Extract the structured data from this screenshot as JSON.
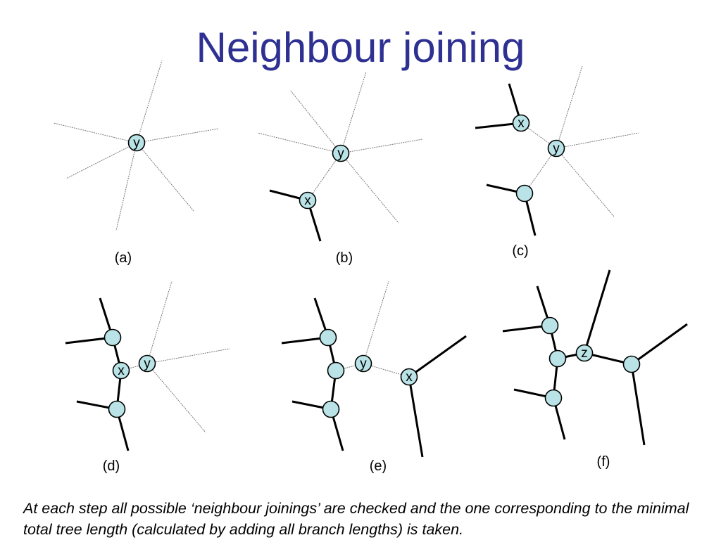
{
  "title": "Neighbour joining",
  "caption": "At each step all possible ‘neighbour joinings’ are checked and the one corresponding to the minimal total tree length (calculated by adding all branch lengths) is taken.",
  "panels": [
    {
      "label": "(a)",
      "nodes": [
        "y"
      ]
    },
    {
      "label": "(b)",
      "nodes": [
        "y",
        "x"
      ]
    },
    {
      "label": "(c)",
      "nodes": [
        "x",
        "y",
        ""
      ]
    },
    {
      "label": "(d)",
      "nodes": [
        "",
        "x",
        "y",
        ""
      ]
    },
    {
      "label": "(e)",
      "nodes": [
        "",
        "",
        "y",
        "x",
        ""
      ]
    },
    {
      "label": "(f)",
      "nodes": [
        "",
        "",
        "z",
        "",
        ""
      ]
    }
  ],
  "colors": {
    "title": "#2E3192",
    "node_fill": "#B9E3E6",
    "thin_edge": "#777777",
    "thick_edge": "#000000"
  }
}
